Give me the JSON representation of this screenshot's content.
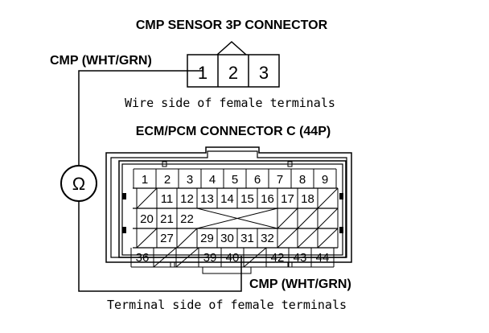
{
  "cmp_connector": {
    "title": "CMP SENSOR 3P CONNECTOR",
    "wire_label": "CMP (WHT/GRN)",
    "pins": [
      "1",
      "2",
      "3"
    ],
    "caption": "Wire side of female terminals"
  },
  "ecm_connector": {
    "title": "ECM/PCM CONNECTOR C (44P)",
    "wire_label": "CMP (WHT/GRN)",
    "caption": "Terminal side of female terminals",
    "rows": [
      [
        "1",
        "2",
        "3",
        "4",
        "5",
        "6",
        "7",
        "8",
        "9"
      ],
      [
        "",
        "11",
        "12",
        "13",
        "14",
        "15",
        "16",
        "17",
        "18",
        ""
      ],
      [
        "20",
        "21",
        "22",
        "",
        "",
        "",
        "",
        "",
        "",
        ""
      ],
      [
        "",
        "27",
        "",
        "29",
        "30",
        "31",
        "32",
        "",
        "",
        ""
      ],
      [
        "36",
        "",
        "",
        "39",
        "40",
        "",
        "42",
        "43",
        "44"
      ]
    ]
  },
  "meter": {
    "symbol": "Ω",
    "icon": "ohmmeter-icon"
  }
}
